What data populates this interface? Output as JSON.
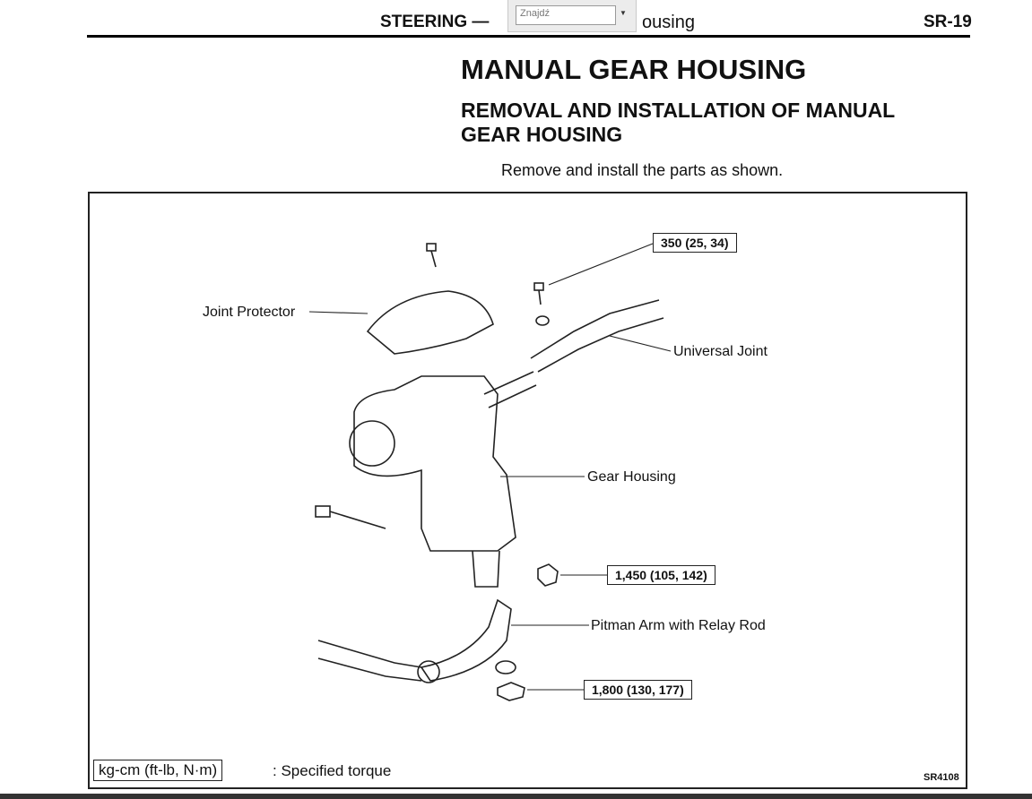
{
  "header": {
    "section": "STEERING —",
    "title_partial": "ousing",
    "page": "SR-19"
  },
  "find_toolbar": {
    "placeholder": "Znajdź"
  },
  "title": "MANUAL GEAR HOUSING",
  "subtitle": "REMOVAL AND INSTALLATION OF MANUAL GEAR HOUSING",
  "instruction": "Remove and install the parts as shown.",
  "diagram": {
    "labels": {
      "joint_protector": "Joint Protector",
      "universal_joint": "Universal Joint",
      "gear_housing": "Gear Housing",
      "pitman_arm": "Pitman Arm with Relay Rod"
    },
    "torques": [
      "350 (25, 34)",
      "1,450 (105, 142)",
      "1,800 (130, 177)"
    ],
    "legend_unit": "kg-cm (ft-lb, N·m)",
    "legend_text": ": Specified torque",
    "code": "SR4108"
  }
}
